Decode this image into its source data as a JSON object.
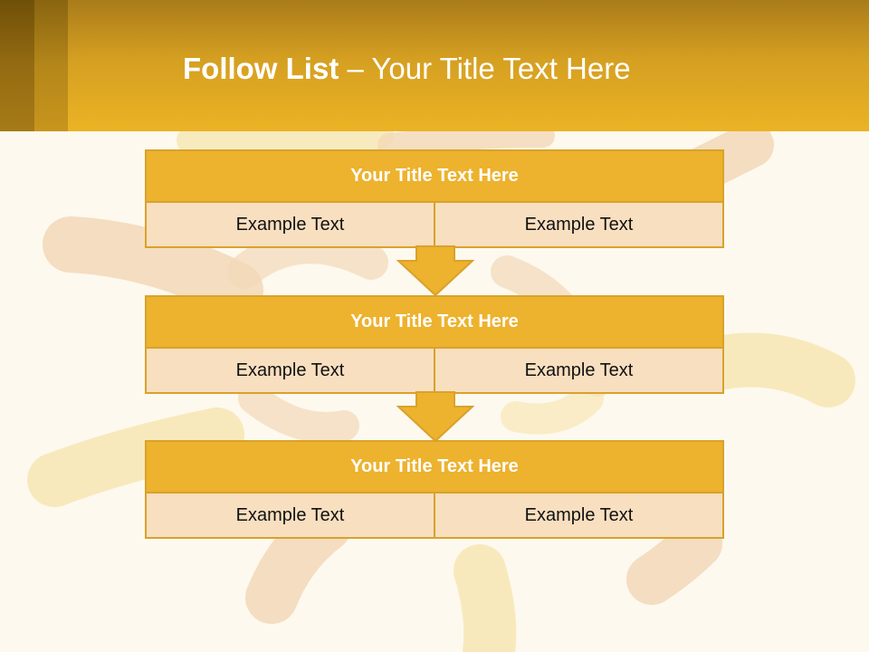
{
  "header": {
    "title_bold": "Follow List",
    "title_rest": " – Your Title Text Here"
  },
  "blocks": [
    {
      "title": "Your Title Text Here",
      "cells": [
        "Example Text",
        "Example Text"
      ]
    },
    {
      "title": "Your Title Text Here",
      "cells": [
        "Example Text",
        "Example Text"
      ]
    },
    {
      "title": "Your Title Text Here",
      "cells": [
        "Example Text",
        "Example Text"
      ]
    }
  ],
  "colors": {
    "header": "#ebb324",
    "block_title": "#edb22e",
    "block_cell": "#f8dfc0",
    "border": "#d9a22a",
    "background": "#fdf9ef"
  }
}
